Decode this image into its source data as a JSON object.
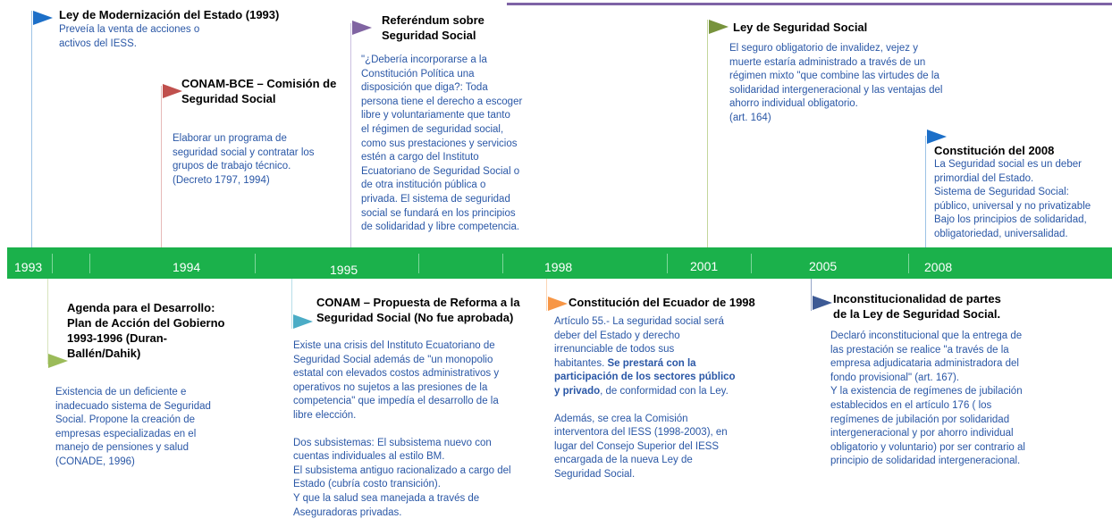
{
  "colors": {
    "band": "#1bb14b",
    "text_blue": "#2a57a6",
    "accent_purple": "#7e63a6",
    "flag_blue": "#1c6fc8",
    "flag_red": "#c0504d",
    "flag_purple": "#8064a2",
    "flag_olive": "#77933c",
    "flag_green": "#9bbb59",
    "flag_teal": "#4bacc6",
    "flag_orange": "#f79646",
    "flag_navy": "#3d5a95"
  },
  "years": [
    "1993",
    "1994",
    "1995",
    "1998",
    "2001",
    "2005",
    "2008"
  ],
  "events_top": [
    {
      "title": "Ley de Modernización del Estado (1993)",
      "text": "Preveía la venta de acciones o\nactivos  del IESS.",
      "flag_icon": "blue-flag-icon"
    },
    {
      "title": "CONAM-BCE – Comisión de\nSeguridad Social",
      "text": "Elaborar un programa de\nseguridad social y contratar los\ngrupos de trabajo técnico.\n(Decreto 1797, 1994)",
      "flag_icon": "red-flag-icon"
    },
    {
      "title": "Referéndum sobre\nSeguridad Social",
      "text": "\"¿Debería incorporarse a la\nConstitución Política una\ndisposición que diga?: Toda\npersona tiene el derecho a escoger\nlibre y voluntariamente que tanto\nel régimen de seguridad social,\ncomo sus prestaciones y servicios\nestén a cargo del Instituto\nEcuatoriano de Seguridad Social o\nde otra institución pública o\nprivada. El sistema de seguridad\nsocial se fundará en los principios\nde solidaridad y libre competencia.",
      "flag_icon": "purple-flag-icon"
    },
    {
      "title": "Ley de Seguridad Social",
      "text": "El seguro obligatorio de invalidez, vejez y\nmuerte estaría administrado a través de un\nrégimen mixto \"que combine las virtudes de la\nsolidaridad intergeneracional y las ventajas del\nahorro individual obligatorio.\n(art. 164)",
      "flag_icon": "olive-flag-icon"
    },
    {
      "title": "Constitución del 2008",
      "text": "La Seguridad social es un deber\nprimordial del Estado.\nSistema de Seguridad Social:\npúblico, universal y no privatizable\nBajo los principios de solidaridad,\nobligatoriedad, universalidad.",
      "flag_icon": "blue-flag-icon"
    }
  ],
  "events_bottom": [
    {
      "title": "Agenda para el Desarrollo:\nPlan de Acción del Gobierno\n1993-1996 (Duran-\nBallén/Dahik)",
      "text": "Existencia de un deficiente e\ninadecuado sistema de Seguridad\nSocial. Propone la creación de\nempresas especializadas en el\nmanejo de pensiones y  salud\n(CONADE, 1996)",
      "flag_icon": "green-flag-icon"
    },
    {
      "title": "CONAM – Propuesta de Reforma a la\nSeguridad Social (No fue aprobada)",
      "text": "Existe una crisis del Instituto Ecuatoriano de\nSeguridad Social  además de  \"un monopolio\nestatal con elevados costos administrativos y\noperativos no sujetos a las presiones de la\ncompetencia\" que impedía el desarrollo de la\nlibre elección.",
      "text2": "Dos subsistemas: El subsistema nuevo con\ncuentas individuales al estilo BM.\nEl subsistema antiguo racionalizado a cargo del\nEstado (cubría costo transición).\nY que la salud sea manejada a través de\nAseguradoras privadas.",
      "flag_icon": "teal-flag-icon"
    },
    {
      "title": "Constitución del Ecuador de 1998",
      "text_a": "Artículo 55.- La seguridad social será\ndeber del Estado y derecho\nirrenunciable de todos sus\nhabitantes. ",
      "text_bold": "Se prestará con la\nparticipación de los sectores público\ny privado",
      "text_b": ", de conformidad con la Ley.",
      "text2": "Además, se crea la Comisión\ninterventora del IESS (1998-2003), en\nlugar del Consejo Superior del IESS\nencargada de la nueva Ley de\nSeguridad Social.",
      "flag_icon": "orange-flag-icon"
    },
    {
      "title": "Inconstitucionalidad de partes\nde la Ley de Seguridad Social.",
      "text": "Declaró inconstitucional que la entrega de\nlas prestación se realice \"a través de la\nempresa adjudicataria administradora del\nfondo provisional\" (art. 167).\nY la existencia de regímenes de jubilación\nestablecidos en el artículo 176 ( los\nregímenes de jubilación por solidaridad\nintergeneracional y por ahorro individual\nobligatorio y voluntario) por ser contrario al\nprincipio de solidaridad intergeneracional.",
      "flag_icon": "navy-flag-icon"
    }
  ]
}
